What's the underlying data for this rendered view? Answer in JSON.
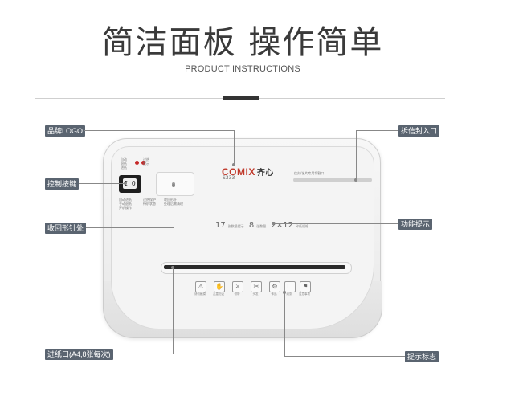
{
  "header": {
    "title": "简洁面板 操作简单",
    "subtitle": "PRODUCT INSTRUCTIONS"
  },
  "device": {
    "brand": "COMIX",
    "brand_cn": "齐心",
    "model": "S333",
    "switch_glyph": "I O",
    "envelope_label": "信封/名片专用切割口",
    "hints": {
      "sheets": "17",
      "s1": "张数量提示",
      "n2": "8",
      "s2": "张数量",
      "n3": "2×12",
      "s3": "碎纸规格"
    },
    "warnings": [
      "请勿触摸",
      "儿童勿近",
      "领带",
      "头发",
      "饰品",
      "纸张",
      "注意事项"
    ]
  },
  "callouts": {
    "logo": "品牌LOGO",
    "control": "控制按键",
    "recess": "收回形针处",
    "feed": "进纸口(A4,8张每次)",
    "envelope": "拆信封入口",
    "function": "功能提示",
    "warning": "提示标志"
  },
  "colors": {
    "callout_bg": "#5a6470",
    "brand_red": "#c0392b",
    "accent_bar": "#333333"
  }
}
